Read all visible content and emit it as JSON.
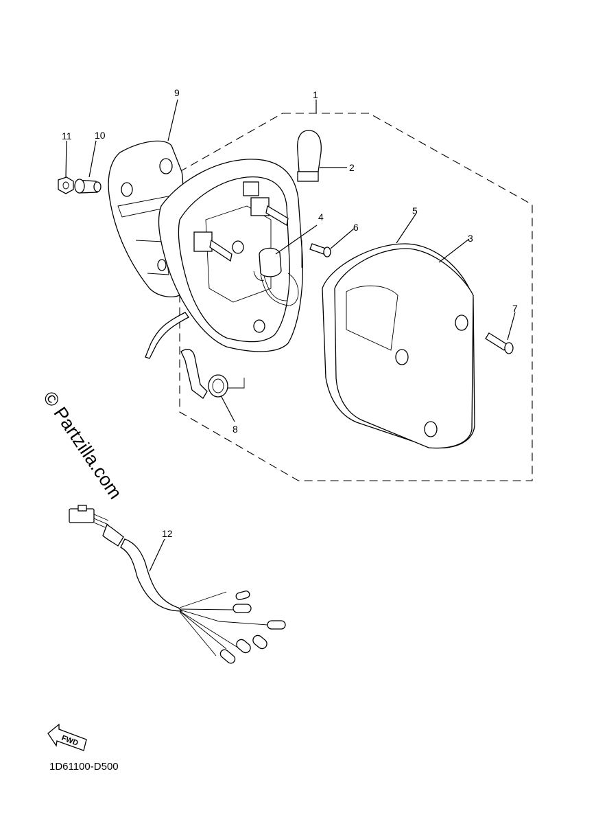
{
  "diagram": {
    "callouts": [
      "1",
      "2",
      "3",
      "4",
      "5",
      "6",
      "7",
      "8",
      "9",
      "10",
      "11",
      "12"
    ],
    "watermark": "© Partzilla.com",
    "direction_label": "FWD",
    "drawing_code": "1D61100-D500"
  }
}
